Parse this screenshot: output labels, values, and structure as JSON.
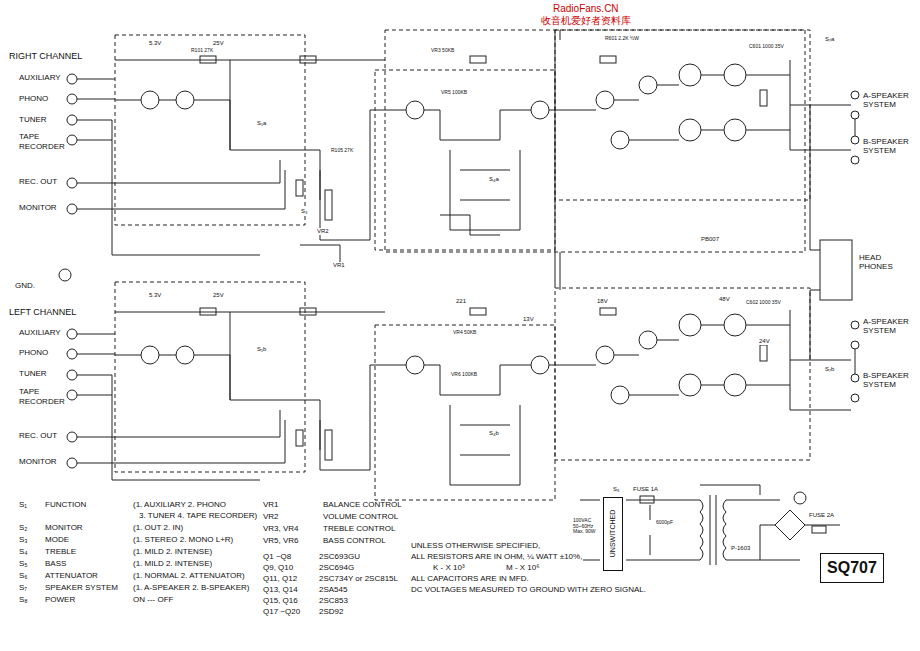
{
  "diagram": {
    "nodes": [
      {
        "text": [
          "UNSWITCHED"
        ]
      },
      {
        "text": [
          "SQ707"
        ]
      }
    ],
    "labels": [
      "RadioFans.CN",
      "收音机爱好者资料库",
      "RIGHT CHANNEL",
      "AUXILIARY",
      "PHONO",
      "TUNER",
      "TAPE",
      "RECORDER",
      "REC. OUT",
      "MONITOR",
      "GND.",
      "LEFT CHANNEL",
      "AUXILIARY",
      "PHONO",
      "TUNER",
      "TAPE",
      "RECORDER",
      "REC. OUT",
      "MONITOR",
      "A-SPEAKER SYSTEM",
      "B-SPEAKER SYSTEM",
      "HEAD PHONES",
      "A-SPEAKER SYSTEM",
      "B-SPEAKER SYSTEM",
      "PB007",
      "S₁",
      "FUNCTION",
      "(1. AUXILIARY 2. PHONO",
      "3. TUNER 4. TAPE RECORDER)",
      "S₂",
      "MONITOR",
      "(1. OUT 2. IN)",
      "S₃",
      "MODE",
      "(1. STEREO 2. MONO L+R)",
      "S₄",
      "TREBLE",
      "(1. MILD 2. INTENSE)",
      "S₅",
      "BASS",
      "(1. MILD 2. INTENSE)",
      "S₆",
      "ATTENUATOR",
      "(1. NORMAL 2. ATTENUATOR)",
      "S₇",
      "SPEAKER SYSTEM",
      "(1. A-SPEAKER 2. B-SPEAKER)",
      "S₈",
      "POWER",
      "ON --- OFF",
      "VR1",
      "BALANCE CONTROL",
      "VR2",
      "VOLUME CONTROL",
      "VR3, VR4",
      "TREBLE CONTROL",
      "VR5, VR6",
      "BASS CONTROL",
      "Q1 ~Q8",
      "2SC693GU",
      "Q9, Q10",
      "2SC694G",
      "Q11, Q12",
      "2SC734Y or 2SC815L",
      "Q13, Q14",
      "2SA545",
      "Q15, Q16",
      "2SC853",
      "Q17 ~Q20",
      "2SD92",
      "UNLESS OTHERWISE SPECIFIED,",
      "ALL RESISTORS ARE IN OHM, ¼ WATT ±10%,",
      "K - X 10³",
      "M - X 10⁶",
      "ALL CAPACITORS ARE IN MFD.",
      "DC VOLTAGES MEASURED TO GROUND WITH ZERO SIGNAL.",
      "100VAC 50~60Hz Max. 90W",
      "FUSE 1A",
      "FUSE 2A",
      "P-1603",
      "6000pF",
      "S₈",
      "5.3V",
      "25V",
      "R101 27K",
      "R105 27K",
      "VR1",
      "VR2",
      "VR3 50KB",
      "VR5 100KB",
      "5.3V",
      "25V",
      "221",
      "13V",
      "18V",
      "48V",
      "24V",
      "C601 1000 35V",
      "C602 1000 35V",
      "R601 2.2K ½W",
      "VR4 50KB",
      "VR6 100KB",
      "S₇a",
      "S₇b",
      "S₃",
      "S₁a",
      "S₁b",
      "S₄a",
      "S₄b"
    ]
  }
}
